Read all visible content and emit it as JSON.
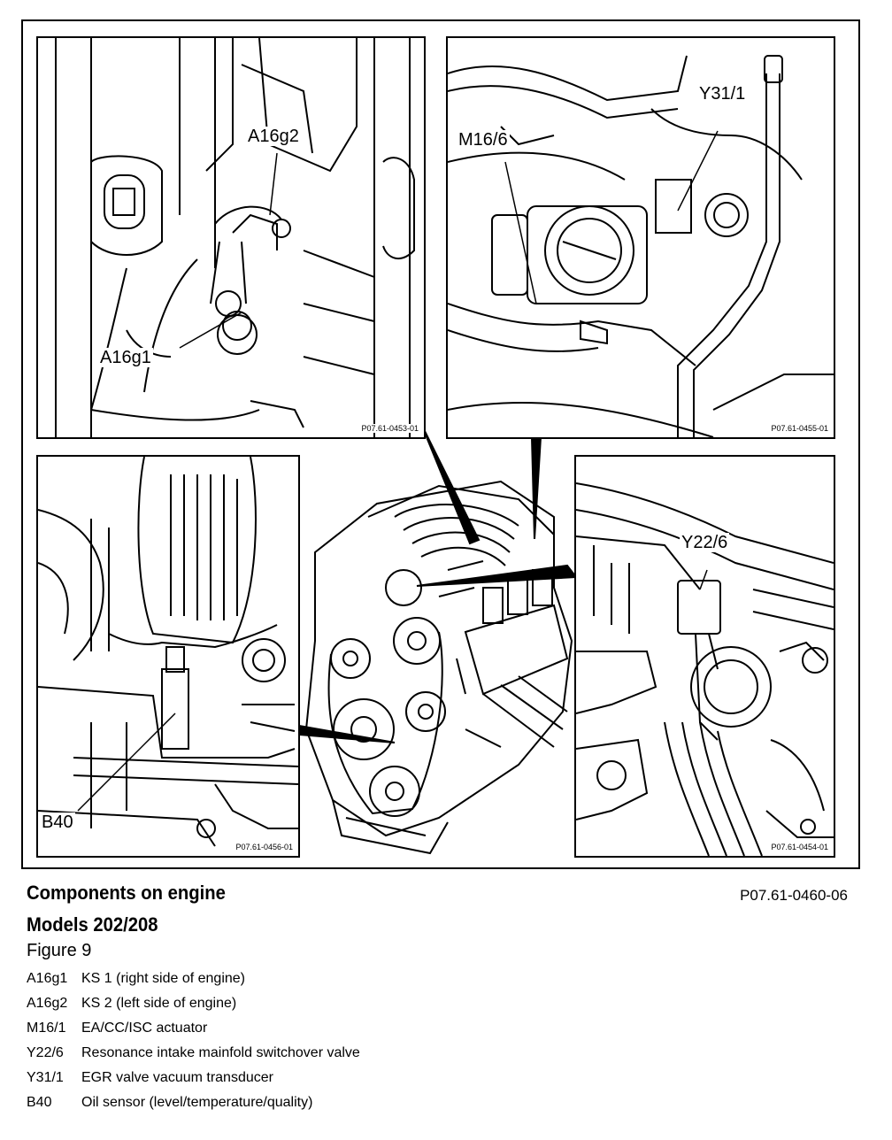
{
  "panels": {
    "top_left": {
      "labels": [
        "A16g2",
        "A16g1"
      ],
      "ref": "P07.61-0453-01"
    },
    "top_right": {
      "labels": [
        "Y31/1",
        "M16/6"
      ],
      "ref": "P07.61-0455-01"
    },
    "bottom_left": {
      "labels": [
        "B40"
      ],
      "ref": "P07.61-0456-01"
    },
    "bottom_right": {
      "labels": [
        "Y22/6"
      ],
      "ref": "P07.61-0454-01"
    }
  },
  "caption": {
    "title": "Components on engine",
    "ref": "P07.61-0460-06",
    "subtitle": "Models 202/208",
    "figure": "Figure 9"
  },
  "legend": [
    {
      "code": "A16g1",
      "desc": "KS 1 (right side of engine)"
    },
    {
      "code": "A16g2",
      "desc": "KS 2 (left side of engine)"
    },
    {
      "code": "M16/1",
      "desc": "EA/CC/ISC actuator"
    },
    {
      "code": "Y22/6",
      "desc": "Resonance intake mainfold switchover valve"
    },
    {
      "code": "Y31/1",
      "desc": "EGR valve vacuum transducer"
    },
    {
      "code": "B40",
      "desc": "Oil sensor (level/temperature/quality)"
    }
  ]
}
